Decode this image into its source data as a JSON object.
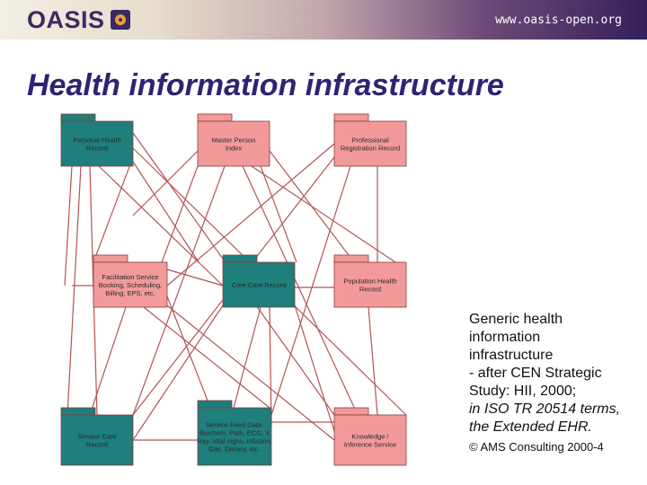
{
  "header": {
    "logo_text": "OASIS",
    "url": "www.oasis-open.org"
  },
  "title": "Health information infrastructure",
  "diagram": {
    "nodes": [
      {
        "id": "phr",
        "lines": [
          "Personal Health",
          "Record"
        ],
        "color": "teal"
      },
      {
        "id": "mpi",
        "lines": [
          "Master Person",
          "Index"
        ],
        "color": "pink"
      },
      {
        "id": "prr",
        "lines": [
          "Professional",
          "Registration Record"
        ],
        "color": "pink"
      },
      {
        "id": "fs",
        "lines": [
          "Facilitation Service",
          "Booking, Scheduling,",
          "Billing, EPS, etc."
        ],
        "color": "pink"
      },
      {
        "id": "ccr",
        "lines": [
          "Core Care Record"
        ],
        "color": "teal"
      },
      {
        "id": "phr2",
        "lines": [
          "Population Health",
          "Record"
        ],
        "color": "pink"
      },
      {
        "id": "scr",
        "lines": [
          "Service Care",
          "Record"
        ],
        "color": "teal"
      },
      {
        "id": "sfd",
        "lines": [
          "Service Feed Data:",
          "Biochem, Path, ECG, X",
          "Ray, Vital signs, Infusion,",
          "Gas, Dietary, etc."
        ],
        "color": "teal"
      },
      {
        "id": "kis",
        "lines": [
          "Knowledge /",
          "Inference Service"
        ],
        "color": "pink"
      }
    ],
    "colors": {
      "teal": "#1e7f7d",
      "pink": "#f29a9a",
      "line": "#b45454",
      "border": "#8a3a3a"
    }
  },
  "note": {
    "lines": [
      "Generic health",
      "information",
      "infrastructure",
      " - after CEN Strategic",
      "Study: HII, 2000;"
    ],
    "italic_lines": [
      "in ISO TR 20514 terms,",
      "the Extended EHR."
    ],
    "copyright": "© AMS Consulting 2000-4"
  }
}
